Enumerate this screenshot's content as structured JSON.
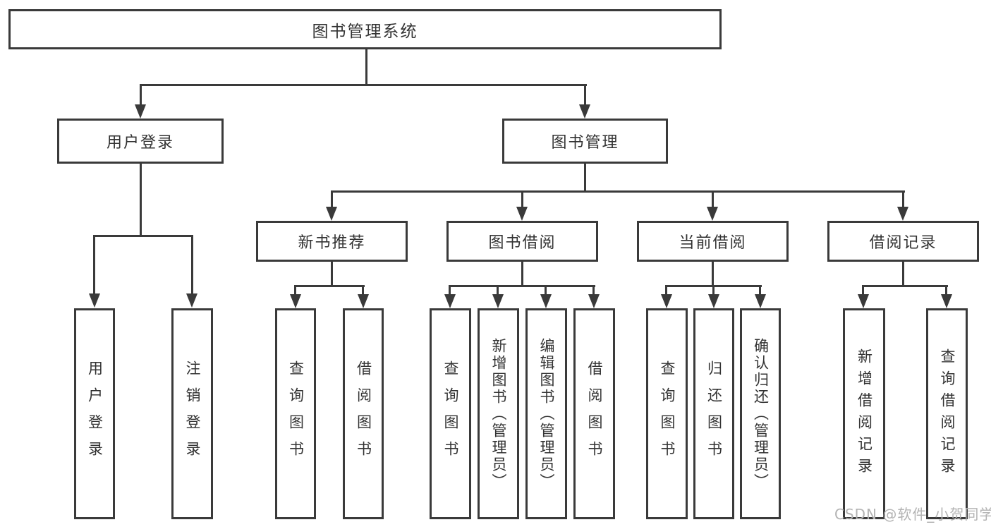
{
  "diagram": {
    "type": "function-structure-tree",
    "watermark": "CSDN @软件_小贺同学",
    "colors": {
      "line": "#3a3a3a",
      "text": "#333333",
      "background": "#ffffff",
      "watermark": "#b3b3b3"
    },
    "icons": {
      "arrow_down": "css-triangle-down"
    },
    "root": {
      "label": "图书管理系统",
      "children": [
        {
          "label": "用户登录",
          "children": [
            {
              "label": "用户登录"
            },
            {
              "label": "注销登录"
            }
          ]
        },
        {
          "label": "图书管理",
          "children": [
            {
              "label": "新书推荐",
              "children": [
                {
                  "label": "查询图书"
                },
                {
                  "label": "借阅图书"
                }
              ]
            },
            {
              "label": "图书借阅",
              "children": [
                {
                  "label": "查询图书"
                },
                {
                  "label": "新增图书（管理员）"
                },
                {
                  "label": "编辑图书（管理员）"
                },
                {
                  "label": "借阅图书"
                }
              ]
            },
            {
              "label": "当前借阅",
              "children": [
                {
                  "label": "查询图书"
                },
                {
                  "label": "归还图书"
                },
                {
                  "label": "确认归还（管理员）"
                }
              ]
            },
            {
              "label": "借阅记录",
              "children": [
                {
                  "label": "新增借阅记录"
                },
                {
                  "label": "查询借阅记录"
                }
              ]
            }
          ]
        }
      ]
    }
  }
}
